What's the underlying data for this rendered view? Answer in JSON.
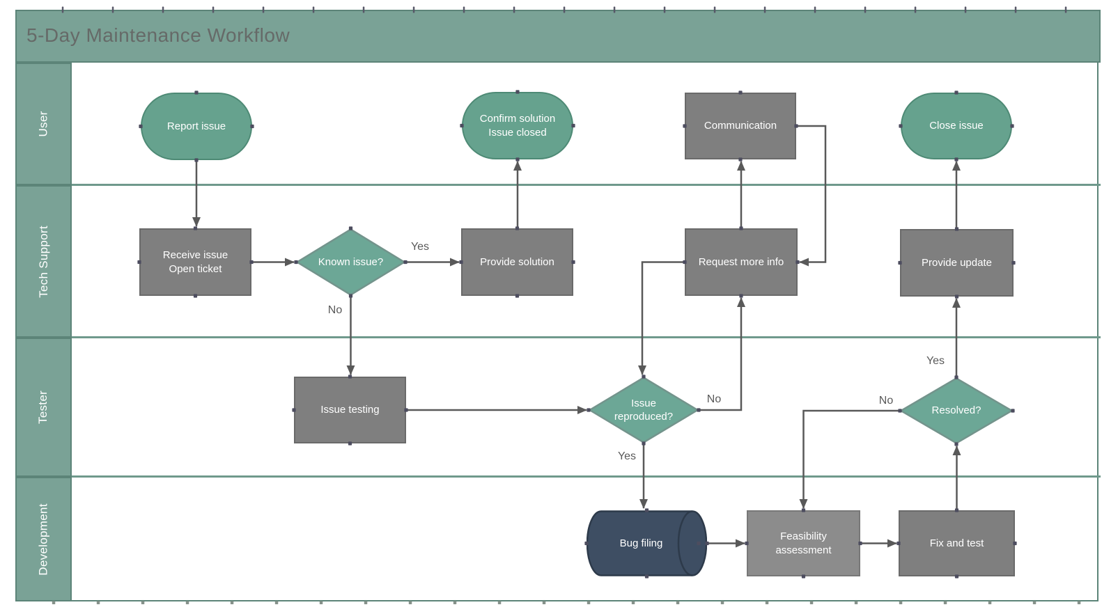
{
  "title": "5-Day Maintenance Workflow",
  "lanes": [
    {
      "label": "User"
    },
    {
      "label": "Tech Support"
    },
    {
      "label": "Tester"
    },
    {
      "label": "Development"
    }
  ],
  "nodes": {
    "report_issue": {
      "label": "Report issue",
      "shape": "terminator",
      "lane": "User"
    },
    "confirm_solution": {
      "label": "Confirm solution\nIssue closed",
      "shape": "terminator",
      "lane": "User"
    },
    "communication": {
      "label": "Communication",
      "shape": "process",
      "lane": "User"
    },
    "close_issue": {
      "label": "Close issue",
      "shape": "terminator",
      "lane": "User"
    },
    "receive_issue": {
      "label": "Receive issue\nOpen ticket",
      "shape": "process",
      "lane": "Tech Support"
    },
    "known_issue": {
      "label": "Known issue?",
      "shape": "decision",
      "lane": "Tech Support"
    },
    "provide_solution": {
      "label": "Provide solution",
      "shape": "process",
      "lane": "Tech Support"
    },
    "request_more_info": {
      "label": "Request more info",
      "shape": "process",
      "lane": "Tech Support"
    },
    "provide_update": {
      "label": "Provide update",
      "shape": "process",
      "lane": "Tech Support"
    },
    "issue_testing": {
      "label": "Issue testing",
      "shape": "process",
      "lane": "Tester"
    },
    "issue_reproduced": {
      "label": "Issue\nreproduced?",
      "shape": "decision",
      "lane": "Tester"
    },
    "resolved": {
      "label": "Resolved?",
      "shape": "decision",
      "lane": "Tester"
    },
    "bug_filing": {
      "label": "Bug filing",
      "shape": "data-store",
      "lane": "Development"
    },
    "feasibility_assessment": {
      "label": "Feasibility\nassessment",
      "shape": "process",
      "lane": "Development"
    },
    "fix_and_test": {
      "label": "Fix and test",
      "shape": "process",
      "lane": "Development"
    }
  },
  "edges": [
    {
      "from": "report_issue",
      "to": "receive_issue",
      "label": ""
    },
    {
      "from": "receive_issue",
      "to": "known_issue",
      "label": ""
    },
    {
      "from": "known_issue",
      "to": "provide_solution",
      "label": "Yes"
    },
    {
      "from": "provide_solution",
      "to": "confirm_solution",
      "label": ""
    },
    {
      "from": "known_issue",
      "to": "issue_testing",
      "label": "No"
    },
    {
      "from": "issue_testing",
      "to": "issue_reproduced",
      "label": ""
    },
    {
      "from": "issue_reproduced",
      "to": "bug_filing",
      "label": "Yes"
    },
    {
      "from": "issue_reproduced",
      "to": "request_more_info",
      "label": "No"
    },
    {
      "from": "request_more_info",
      "to": "communication",
      "label": ""
    },
    {
      "from": "communication",
      "to": "request_more_info",
      "label": ""
    },
    {
      "from": "request_more_info",
      "to": "issue_reproduced",
      "label": ""
    },
    {
      "from": "bug_filing",
      "to": "feasibility_assessment",
      "label": ""
    },
    {
      "from": "feasibility_assessment",
      "to": "fix_and_test",
      "label": ""
    },
    {
      "from": "fix_and_test",
      "to": "resolved",
      "label": ""
    },
    {
      "from": "resolved",
      "to": "provide_update",
      "label": "Yes"
    },
    {
      "from": "resolved",
      "to": "feasibility_assessment",
      "label": "No"
    },
    {
      "from": "provide_update",
      "to": "close_issue",
      "label": ""
    }
  ],
  "colors": {
    "lane_fill": "#7aa296",
    "lane_border": "#5c8478",
    "terminator_fill": "#66a28e",
    "terminator_border": "#4e8a75",
    "decision_fill": "#6ca796",
    "decision_border": "#73948c",
    "process_fill": "#7f7f7f",
    "process_fill_light": "#8c8c8c",
    "process_border": "#6a6a6a",
    "datastore_fill": "#3e4e63",
    "datastore_border": "#2d3a4a",
    "connector": "#595959",
    "edge_label": "#595959",
    "title_text": "#666a68",
    "lane_label_text": "#ffffff",
    "connection_point": "#4d4d5f"
  }
}
